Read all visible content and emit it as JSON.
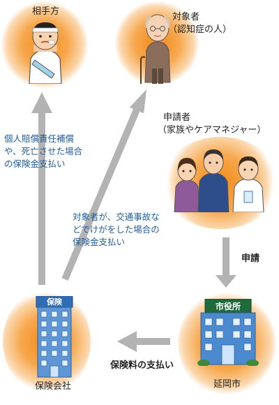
{
  "nodes": {
    "opponent": {
      "label": "相手方"
    },
    "subject": {
      "label_line1": "対象者",
      "label_line2": "（認知症の人）"
    },
    "applicant": {
      "label_line1": "申請者",
      "label_line2": "（家族やケアマネジャー）"
    },
    "insurance": {
      "label": "保険会社",
      "sign": "保険"
    },
    "city": {
      "label": "延岡市",
      "sign": "市役所"
    }
  },
  "edges": {
    "apply": {
      "label": "申請"
    },
    "premium": {
      "label": "保険料の支払い"
    },
    "liability": {
      "line1": "個人賠償責任補償",
      "line2": "や、死亡させた場合",
      "line3": "の保険金支払い"
    },
    "injury": {
      "line1": "対象者が、交通事故な",
      "line2": "どでけがをした場合の",
      "line3": "保険金支払い"
    }
  },
  "colors": {
    "arrow": "#b3b3b3",
    "glow": "#f28a1a",
    "note_text": "#1f5e9e",
    "building_blue": "#4c8ad0",
    "sign_green": "#1f6a3a"
  }
}
